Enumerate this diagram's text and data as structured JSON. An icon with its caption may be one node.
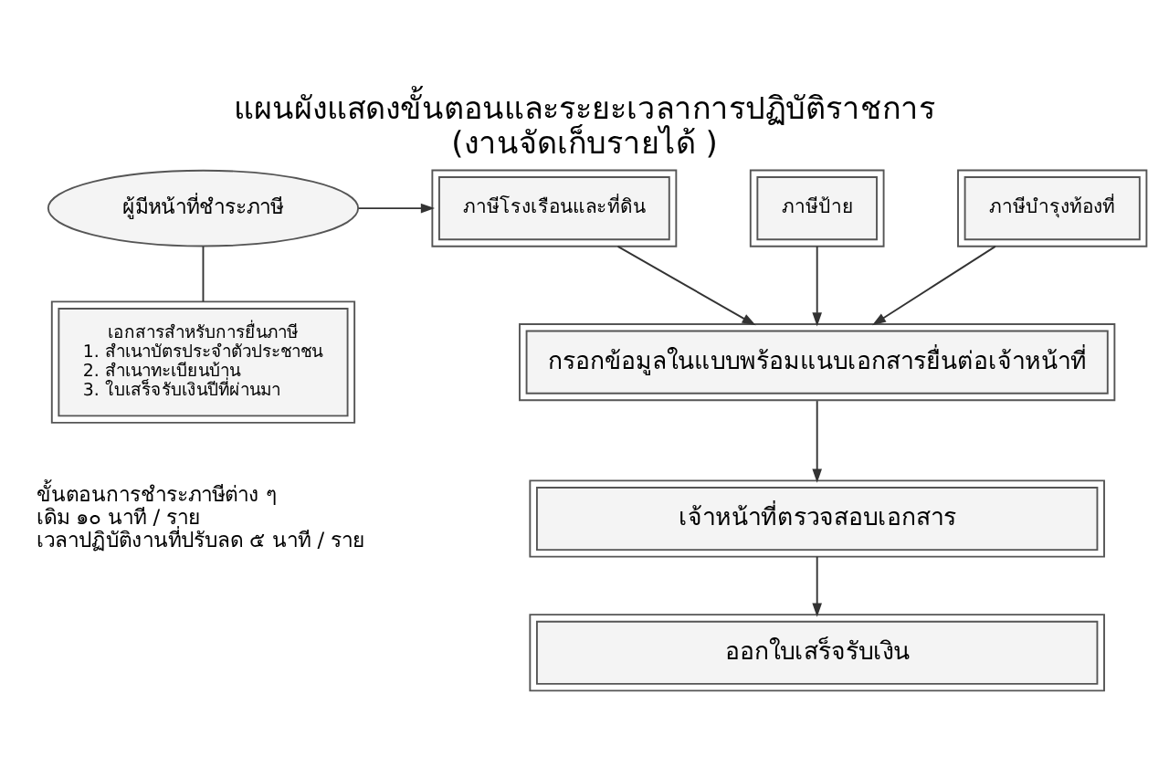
{
  "diagram": {
    "title": "แผนผังแสดงขั้นตอนและระยะเวลาการปฏิบัติราชการ",
    "caption": "(งานจัดเก็บรายได้ )",
    "nodes": [
      {
        "text": [
          "ผู้มีหน้าที่ชำระภาษี"
        ]
      },
      {
        "text": [
          "ภาษีโรงเรือนและที่ดิน"
        ]
      },
      {
        "text": [
          "ภาษีป้าย"
        ]
      },
      {
        "text": [
          "ภาษีบำรุงท้องที่"
        ]
      },
      {
        "text": [
          "เอกสารสำหรับการยื่นภาษี",
          "1. สำเนาบัตรประจำตัวประชาชน",
          "2. สำเนาทะเบียนบ้าน",
          "3. ใบเสร็จรับเงินปีที่ผ่านมา"
        ]
      },
      {
        "text": [
          "กรอกข้อมูลในแบบพร้อมแนบเอกสารยื่นต่อเจ้าหน้าที่"
        ]
      },
      {
        "text": [
          "เจ้าหน้าที่ตรวจสอบเอกสาร"
        ]
      },
      {
        "text": [
          "ออกใบเสร็จรับเงิน"
        ]
      }
    ],
    "edges": [
      {
        "from": 0,
        "to": 1,
        "arrow": "to"
      },
      {
        "from": 0,
        "to": 4,
        "arrow": "none"
      },
      {
        "from": 1,
        "to": 5,
        "arrow": "to"
      },
      {
        "from": 2,
        "to": 5,
        "arrow": "to"
      },
      {
        "from": 3,
        "to": 5,
        "arrow": "to"
      },
      {
        "from": 5,
        "to": 6,
        "arrow": "to"
      },
      {
        "from": 6,
        "to": 7,
        "arrow": "to"
      }
    ],
    "labels": [
      "ขั้นตอนการชำระภาษีต่าง ๆ",
      "เดิม ๑๐ นาที / ราย",
      "เวลาปฏิบัติงานที่ปรับลด ๕ นาที / ราย"
    ]
  }
}
